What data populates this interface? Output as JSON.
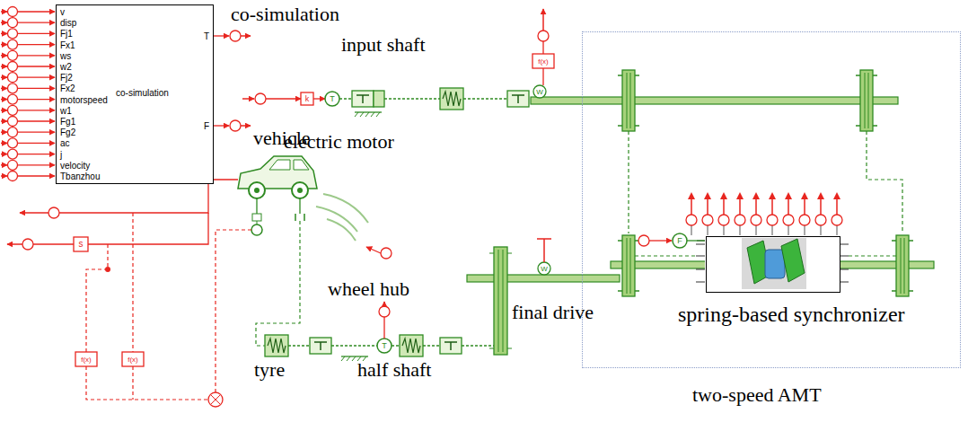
{
  "diagram": {
    "nodes": [
      {
        "text": [
          "co-simulation",
          "v",
          "disp",
          "Fj1",
          "Fx1",
          "ws",
          "w2",
          "Fj2",
          "Fx2",
          "motorspeed",
          "w1",
          "Fg1",
          "Fg2",
          "ac",
          "j",
          "velocity",
          "Tbanzhou",
          "co-simulation",
          "T",
          "F"
        ]
      },
      {
        "text": [
          "two-speed AMT"
        ]
      },
      {
        "text": [
          "spring-based synchronizer"
        ],
        "in": 1
      }
    ],
    "labels": [
      "input shaft",
      "k",
      "T",
      "electric motor",
      "f(x)",
      "W",
      "vehicle",
      "s",
      "F",
      "W",
      "wheel hub",
      "T",
      "final drive",
      "tyre",
      "half shaft",
      "f(x)",
      "f(x)"
    ]
  }
}
